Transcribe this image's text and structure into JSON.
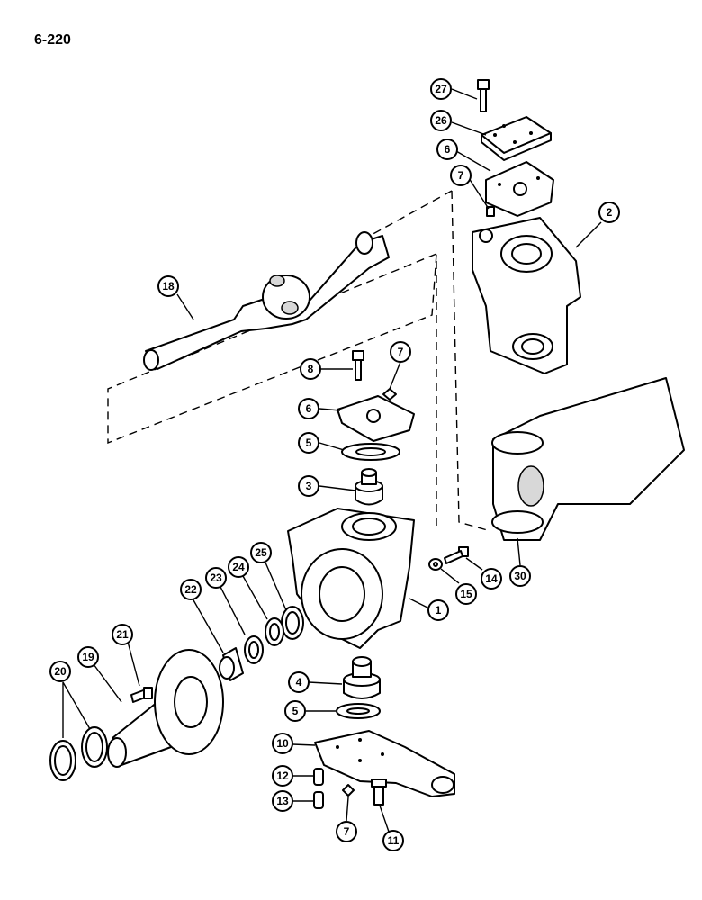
{
  "page": {
    "label": "6-220"
  },
  "callouts": [
    {
      "id": "c27",
      "num": "27"
    },
    {
      "id": "c26",
      "num": "26"
    },
    {
      "id": "c6a",
      "num": "6"
    },
    {
      "id": "c7a",
      "num": "7"
    },
    {
      "id": "c2",
      "num": "2"
    },
    {
      "id": "c18",
      "num": "18"
    },
    {
      "id": "c8",
      "num": "8"
    },
    {
      "id": "c7b",
      "num": "7"
    },
    {
      "id": "c6b",
      "num": "6"
    },
    {
      "id": "c5a",
      "num": "5"
    },
    {
      "id": "c3",
      "num": "3"
    },
    {
      "id": "c30",
      "num": "30"
    },
    {
      "id": "c14",
      "num": "14"
    },
    {
      "id": "c15",
      "num": "15"
    },
    {
      "id": "c1",
      "num": "1"
    },
    {
      "id": "c25",
      "num": "25"
    },
    {
      "id": "c24",
      "num": "24"
    },
    {
      "id": "c23",
      "num": "23"
    },
    {
      "id": "c22",
      "num": "22"
    },
    {
      "id": "c21",
      "num": "21"
    },
    {
      "id": "c19",
      "num": "19"
    },
    {
      "id": "c20",
      "num": "20"
    },
    {
      "id": "c4",
      "num": "4"
    },
    {
      "id": "c5b",
      "num": "5"
    },
    {
      "id": "c10",
      "num": "10"
    },
    {
      "id": "c12",
      "num": "12"
    },
    {
      "id": "c13",
      "num": "13"
    },
    {
      "id": "c7c",
      "num": "7"
    },
    {
      "id": "c11",
      "num": "11"
    }
  ]
}
